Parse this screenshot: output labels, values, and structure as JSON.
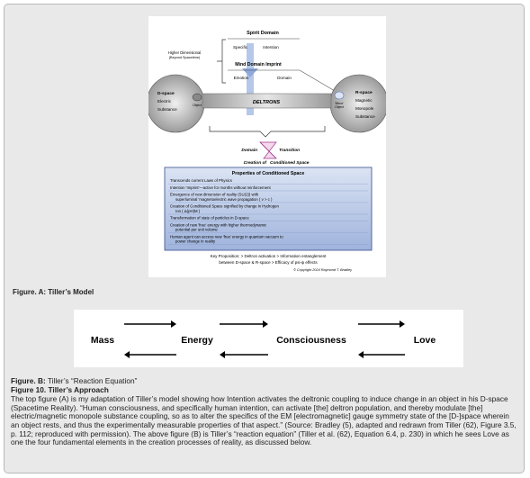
{
  "figureA": {
    "spirit_domain": "Spirit Domain",
    "specific": "Specific",
    "intention": "Intention",
    "higher_dim_1": "Higher Dimensional",
    "higher_dim_2": "(Beyond Spacetime)",
    "mind_domain": "Mind Domain Imprint",
    "emotion": "Emotion",
    "domain": "Domain",
    "d_space": "D-space",
    "electric": "Electric",
    "substance": "Substance",
    "object_left": "Object",
    "deltrons": "DELTRONS",
    "r_space": "R-space",
    "magnetic": "Magnetic",
    "monopole": "Monopole",
    "substance_r": "Substance",
    "object_right_1": "'Mirror'",
    "object_right_2": "Object",
    "domain_transition_1": "Domain",
    "domain_transition_2": "Transition",
    "creation_1": "Creation of",
    "creation_2": "Conditioned Space",
    "properties_title": "Properties of Conditioned Space",
    "properties": [
      "Transcends current Laws of Physics",
      "Intention 'Imprint'—active for months without reinforcement",
      "Emergence of new dimension of reality (SU(2)) with superluminal 'magnetoelectric wave propagation ( v > c )",
      "Creation of Conditioned Space signified by change in Hydrogen Ion ( Δ(pH)<sub>M</sub> )",
      "Transformation of state of particles in D-space",
      "Creation of new 'free' energy with higher thermodynamic potential per unit volume",
      "Human agent can access new 'free' energy in quantum vacuum to power change in reality"
    ],
    "key_line_1": "Key Proposition: > Deltron activation > Information entanglement",
    "key_line_2": "between D-space & R-space > Efficacy of psi-ψ effects",
    "copyright": "© Copyright 2024 Raymond T. Bradley"
  },
  "caption_a": "Figure. A: Tiller’s Model",
  "figureB": {
    "mass": "Mass",
    "energy": "Energy",
    "consciousness": "Consciousness",
    "love": "Love"
  },
  "caption_b_label": "Figure. B:",
  "caption_b_text": " Tiller’s “Reaction Equation”",
  "figure10": "Figure 10. Tiller’s Approach",
  "paragraph": "The top figure (A) is my adaptation of Tiller’s model showing how Intention activates the deltronic coupling to induce change in an object in his D-space (Spacetime Reality). “Human consciousness, and specifically human intention, can activate [the] deltron population, and thereby modulate [the] electric/magnetic monopole substance coupling, so as to alter the specifics of the EM [electromagnetic] gauge symmetry state of the [D-]space wherein an object rests, and thus the experimentally measurable properties of that aspect.” (Source: Bradley (5), adapted and redrawn from Tiller (62), Figure 3.5, p. 112; reproduced with permission). The above figure (B) is Tiller’s “reaction equation” (Tiller et al. (62), Equation 6.4, p. 230) in which he sees Love as one the four fundamental elements in the creation processes of reality, as discussed below."
}
